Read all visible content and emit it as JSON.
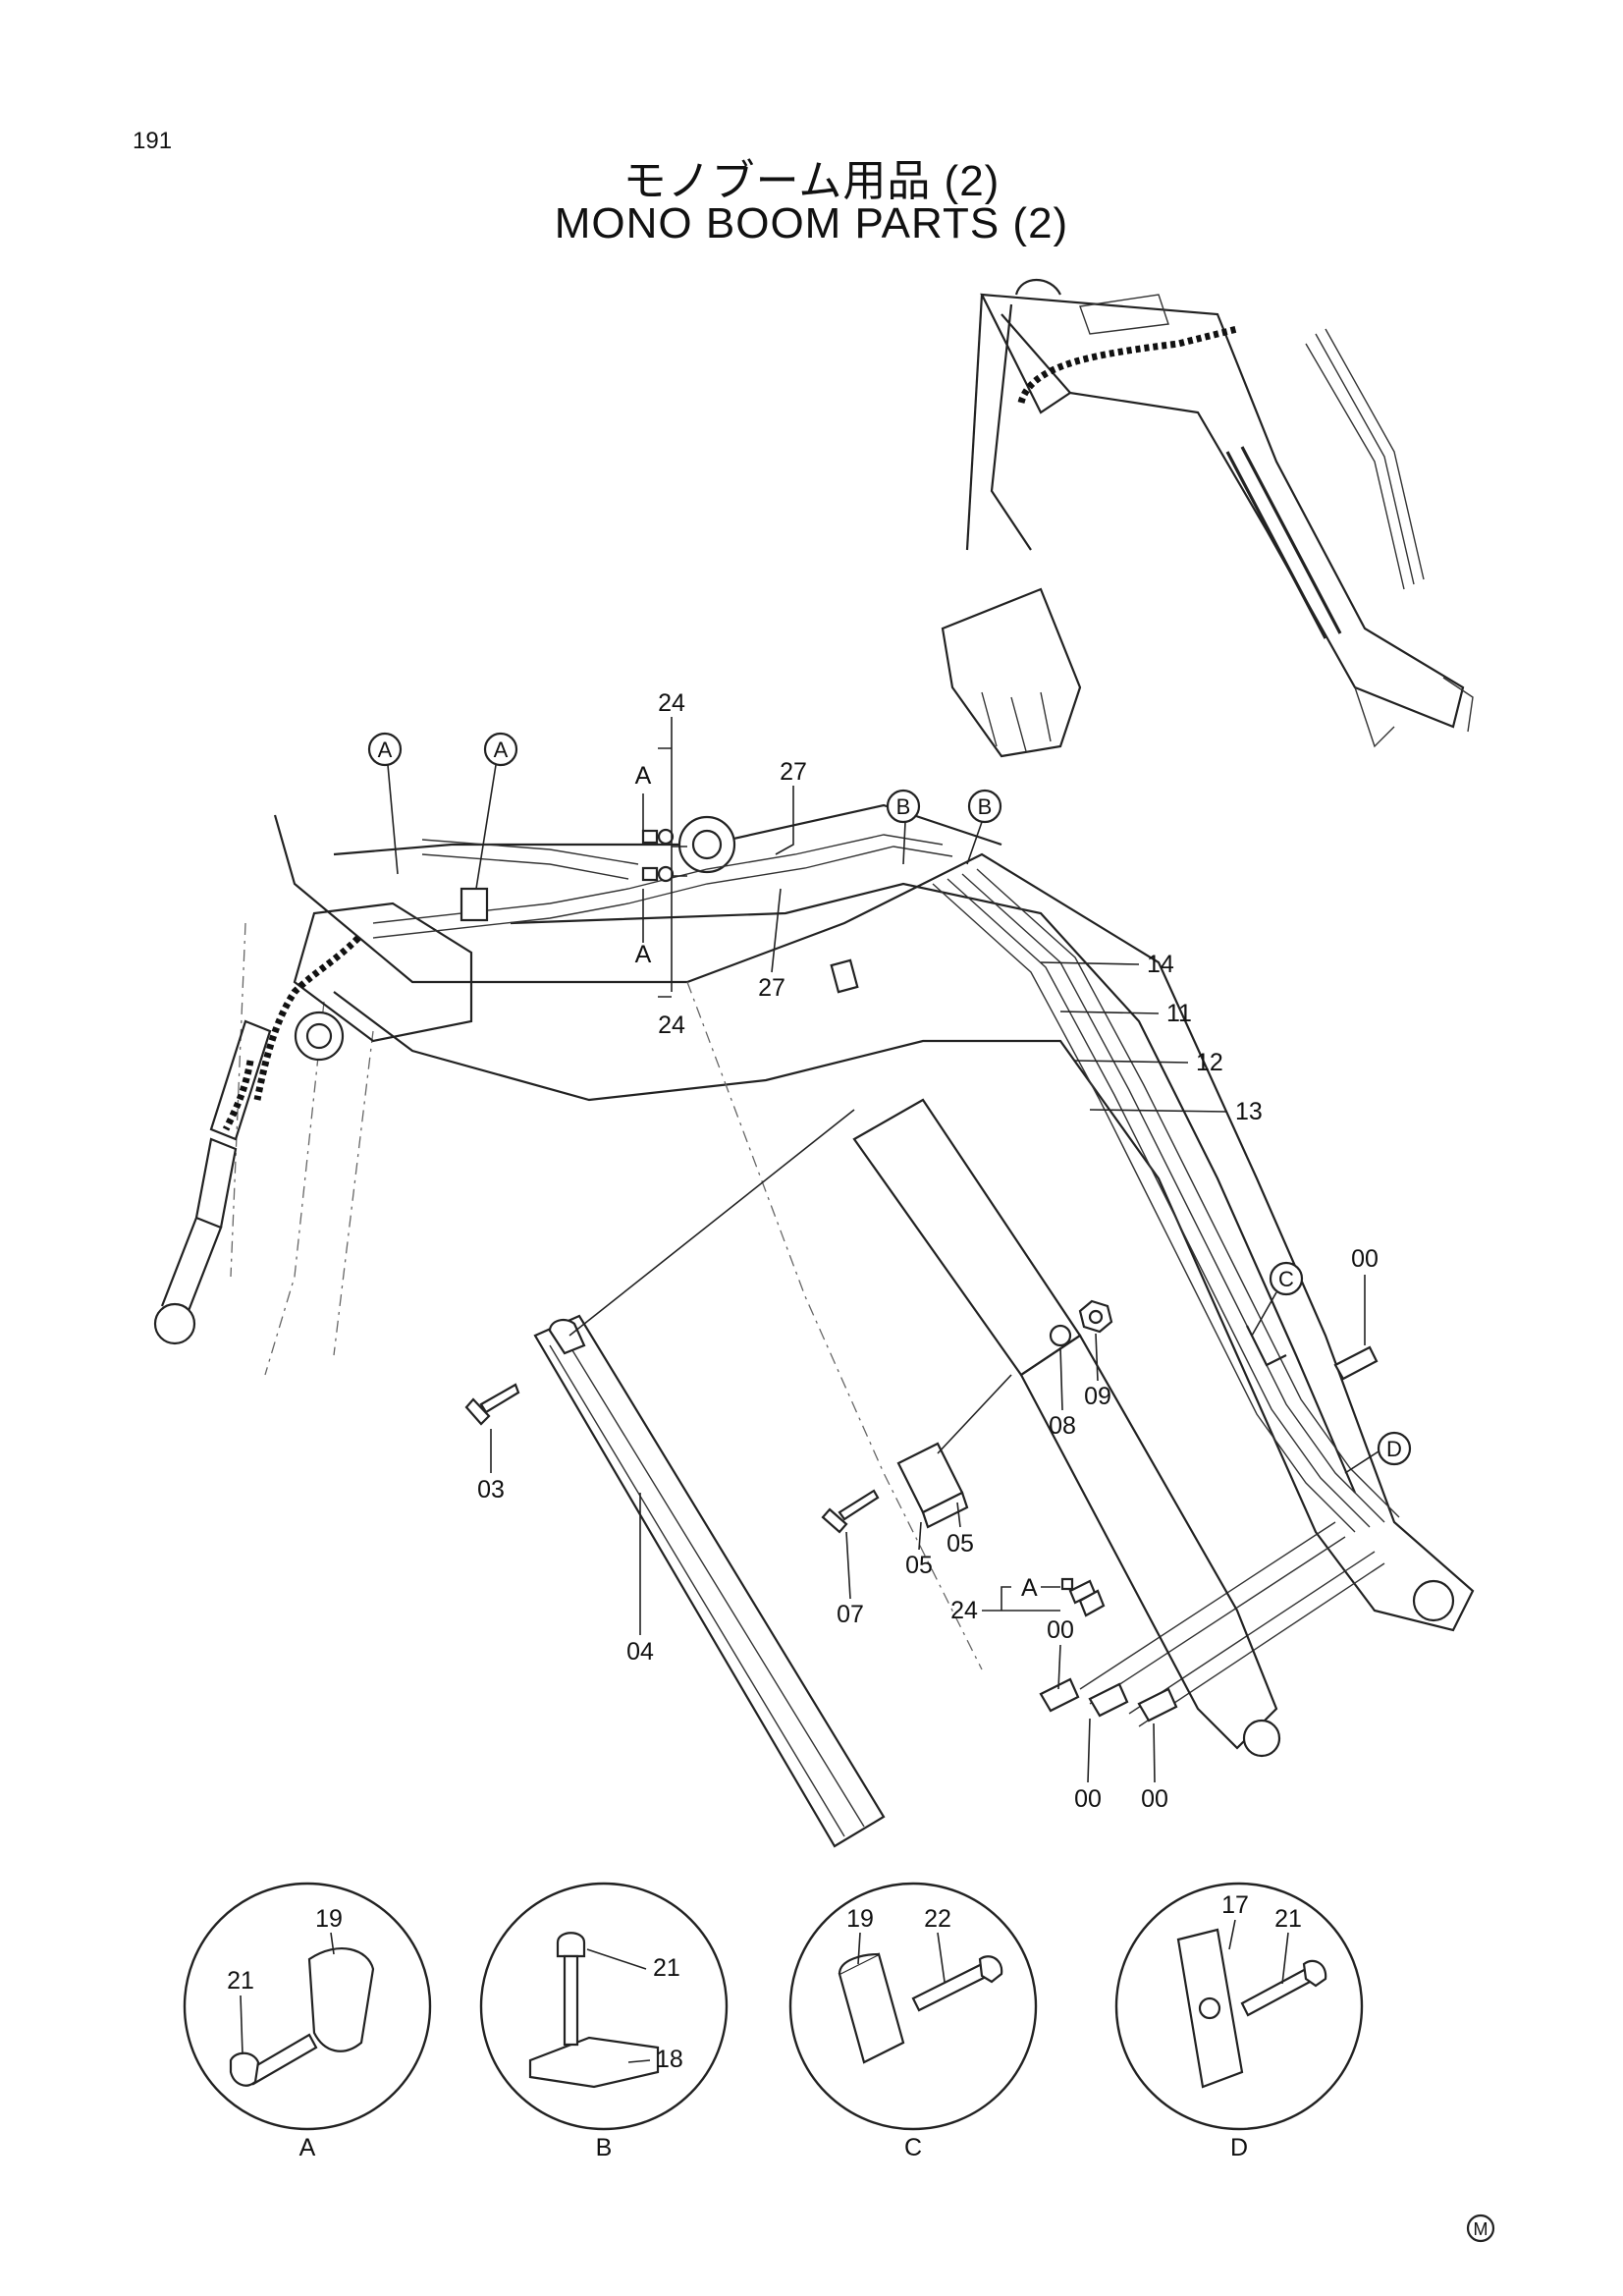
{
  "page_number": "191",
  "title_jp": "モノブーム用品 (2)",
  "title_en": "MONO BOOM PARTS (2)",
  "part_labels": {
    "p24a": "24",
    "p24b": "24",
    "p24c": "24",
    "p27a": "27",
    "p27b": "27",
    "p14": "14",
    "p11": "11",
    "p12": "12",
    "p13": "13",
    "p00a": "00",
    "p00b": "00",
    "p00c": "00",
    "p00d": "00",
    "p03": "03",
    "p04": "04",
    "p05a": "05",
    "p05b": "05",
    "p07": "07",
    "p08": "08",
    "p09": "09"
  },
  "callouts": {
    "a1": "A",
    "a2": "A",
    "b1": "B",
    "b2": "B",
    "c": "C",
    "d": "D"
  },
  "ref_labels": {
    "a_top": "A",
    "a_bottom": "A",
    "a_small": "A"
  },
  "details": {
    "A": {
      "letter": "A",
      "labels": [
        "19",
        "21"
      ]
    },
    "B": {
      "letter": "B",
      "labels": [
        "21",
        "18"
      ]
    },
    "C": {
      "letter": "C",
      "labels": [
        "19",
        "22"
      ]
    },
    "D": {
      "letter": "D",
      "labels": [
        "17",
        "21"
      ]
    }
  },
  "corner_mark": "M"
}
